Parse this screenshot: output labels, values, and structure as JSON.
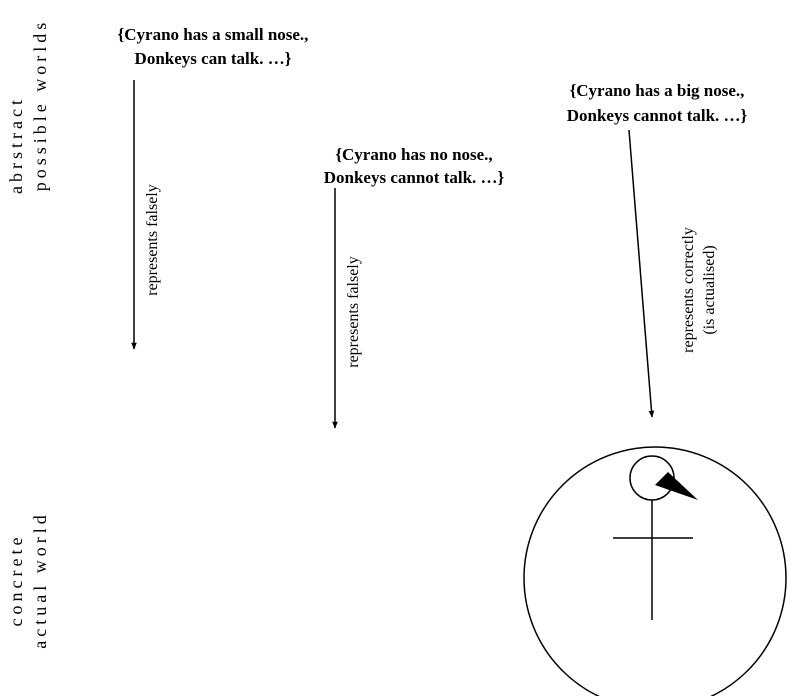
{
  "side_labels": {
    "abstract_line1": "abrstract",
    "abstract_line2": "possible worlds",
    "concrete_line1": "concrete",
    "concrete_line2": "actual world"
  },
  "world_sets": [
    {
      "line1": "{Cyrano has a small nose.,",
      "line2": "Donkeys can talk. …}"
    },
    {
      "line1": "{Cyrano has no nose.,",
      "line2": "Donkeys cannot talk. …}"
    },
    {
      "line1": "{Cyrano has a big nose.,",
      "line2": "Donkeys cannot talk. …}"
    }
  ],
  "arrows": [
    {
      "line1": "represents falsely"
    },
    {
      "line1": "represents falsely"
    },
    {
      "line1": "represents correctly",
      "line2": "(is actualised)"
    }
  ]
}
